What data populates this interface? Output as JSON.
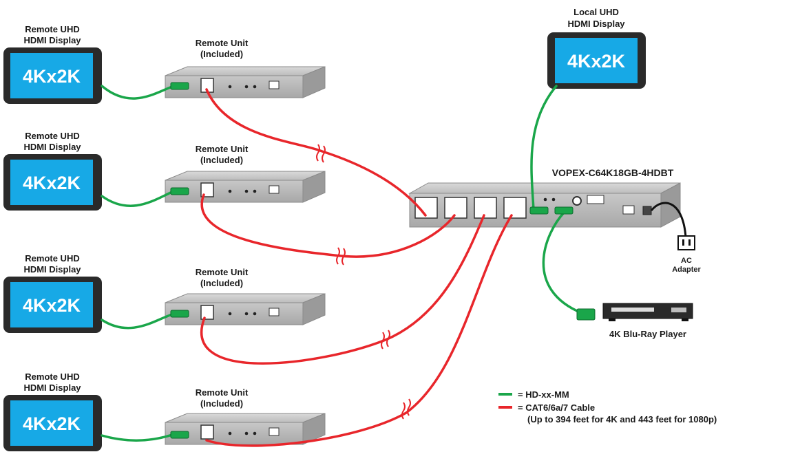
{
  "colors": {
    "hdmi_cable": "#1aa64a",
    "cat_cable": "#e8262b",
    "screen": "#17a9e6"
  },
  "remote_displays": [
    {
      "label_line1": "Remote UHD",
      "label_line2": "HDMI Display",
      "screen_text": "4Kx2K"
    },
    {
      "label_line1": "Remote UHD",
      "label_line2": "HDMI Display",
      "screen_text": "4Kx2K"
    },
    {
      "label_line1": "Remote UHD",
      "label_line2": "HDMI Display",
      "screen_text": "4Kx2K"
    },
    {
      "label_line1": "Remote UHD",
      "label_line2": "HDMI Display",
      "screen_text": "4Kx2K"
    }
  ],
  "remote_units": [
    {
      "label_line1": "Remote Unit",
      "label_line2": "(Included)"
    },
    {
      "label_line1": "Remote Unit",
      "label_line2": "(Included)"
    },
    {
      "label_line1": "Remote Unit",
      "label_line2": "(Included)"
    },
    {
      "label_line1": "Remote Unit",
      "label_line2": "(Included)"
    }
  ],
  "local_display": {
    "label_line1": "Local UHD",
    "label_line2": "HDMI Display",
    "screen_text": "4Kx2K"
  },
  "main_unit": {
    "model": "VOPEX-C64K18GB-4HDBT"
  },
  "ac_adapter": {
    "label_line1": "AC",
    "label_line2": "Adapter"
  },
  "bluray": {
    "label": "4K Blu-Ray Player"
  },
  "legend": {
    "hdmi": "= HD-xx-MM",
    "cat": "= CAT6/6a/7 Cable",
    "cat_note": "(Up to 394 feet for 4K and 443 feet for 1080p)"
  }
}
